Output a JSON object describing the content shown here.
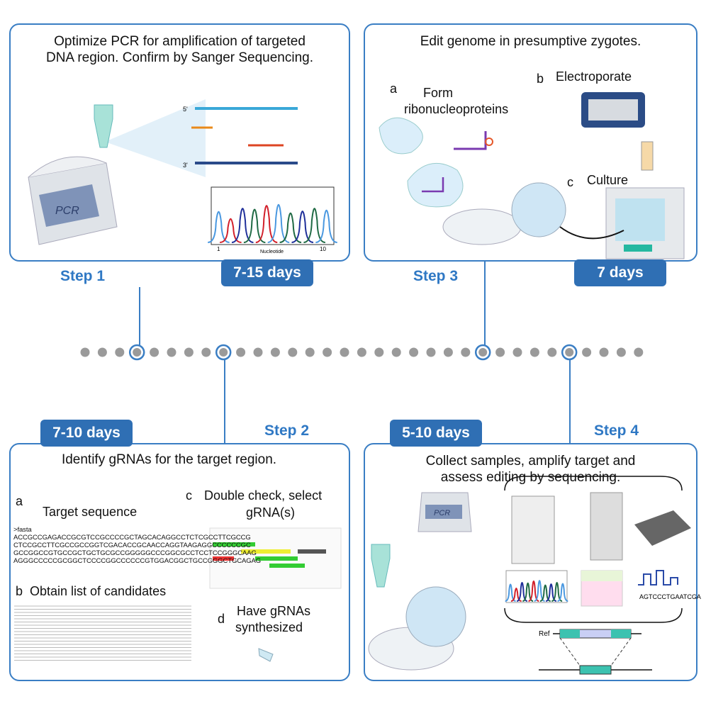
{
  "colors": {
    "accent": "#2f78c4",
    "badge": "#2f6fb4",
    "border": "#3a7ec4",
    "dot": "#9a9a9a"
  },
  "step1": {
    "title_line1": "Optimize PCR for amplification of targeted",
    "title_line2": "DNA region. Confirm by Sanger Sequencing.",
    "step": "Step 1",
    "duration": "7-15 days",
    "pcr_label": "PCR",
    "primer5": "5'",
    "primer3": "3'",
    "chromatogram_xlabel": "Nucleotide",
    "tick_start": "1",
    "tick_end": "10"
  },
  "step3": {
    "title": "Edit genome in presumptive zygotes.",
    "a_letter": "a",
    "a_line1": "Form",
    "a_line2": "ribonucleoproteins",
    "b_letter": "b",
    "b_label": "Electroporate",
    "c_letter": "c",
    "c_label": "Culture",
    "step": "Step 3",
    "duration": "7 days"
  },
  "step2": {
    "title": "Identify gRNAs for the target region.",
    "step": "Step 2",
    "duration": "7-10 days",
    "a_letter": "a",
    "a_label": "Target sequence",
    "fasta_header": ">fasta",
    "fasta": [
      "ACCGCCGAGACCGCGTCCGCCCCGCTAGCACAGGCCTCTCGCCTTCGCCG",
      "CTCCGCCTTCGCCGCCGGTCGACACCGCAACCAGGTAAGAGGCCCCCCGC",
      "GCCGGCCGTGCCGCTGCTGCGCCGGGGGCCCGGCGCCTCCTCCGGGCAAG",
      "AGGGCCCCCGCGGCTCCCCGGCCCCCCGTGGACGGCTGCCGGGCTGCAGAG"
    ],
    "b_letter": "b",
    "b_label": "Obtain list of candidates",
    "c_letter": "c",
    "c_line1": "Double check, select",
    "c_line2": "gRNA(s)",
    "d_letter": "d",
    "d_line1": "Have gRNAs",
    "d_line2": "synthesized"
  },
  "step4": {
    "title_line1": "Collect samples, amplify target and",
    "title_line2": "assess editing by sequencing.",
    "step": "Step 4",
    "duration": "5-10 days",
    "pcr_label": "PCR",
    "sequence": "AGTCCCTGAATCGA",
    "ref_label": "Ref"
  },
  "timeline": {
    "dot_count": 33,
    "highlighted": [
      3,
      8,
      23,
      28
    ]
  }
}
